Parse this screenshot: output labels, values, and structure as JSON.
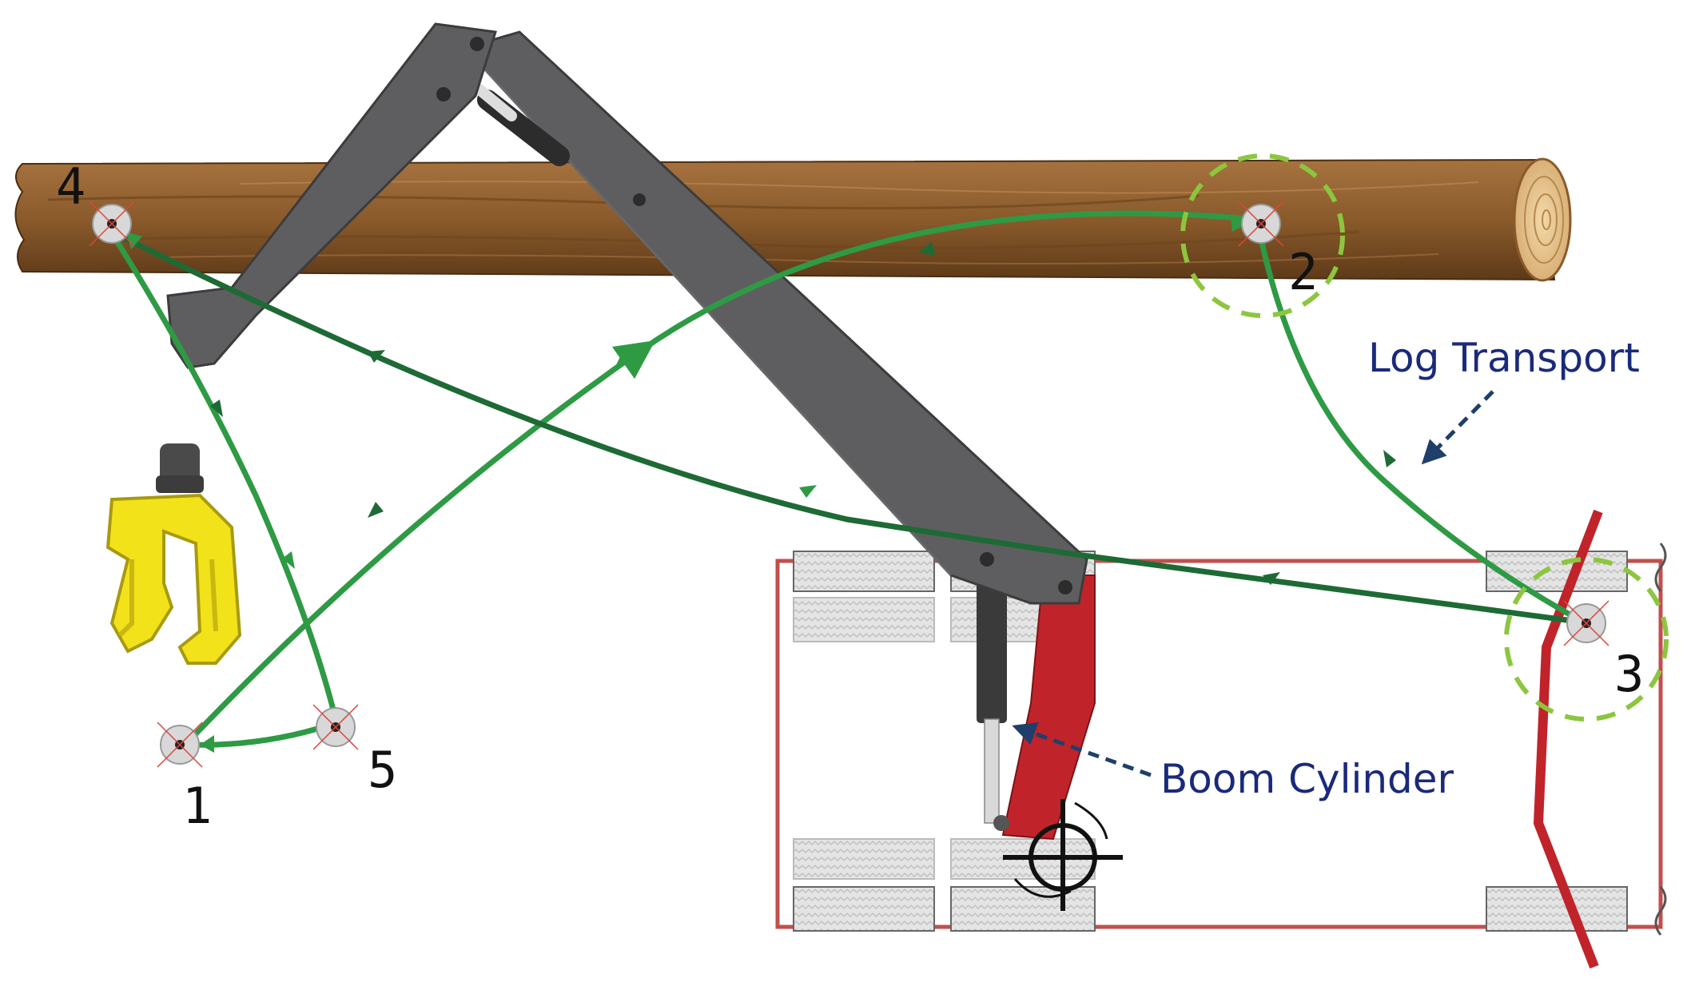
{
  "waypoints": [
    {
      "id": "wp1",
      "label": "1"
    },
    {
      "id": "wp2",
      "label": "2"
    },
    {
      "id": "wp3",
      "label": "3"
    },
    {
      "id": "wp4",
      "label": "4"
    },
    {
      "id": "wp5",
      "label": "5"
    }
  ],
  "callouts": {
    "log_transport": "Log Transport",
    "boom_cylinder": "Boom Cylinder"
  },
  "colors": {
    "path_light": "#33aa44",
    "path_dark": "#1e6a35",
    "log": "#8a5a2b",
    "crane": "#5e5e60",
    "pillar": "#c0242a",
    "grapple": "#f2e21a",
    "target_ring": "#8cc63f",
    "callout_text": "#1a2a7a",
    "trailer_frame": "#c0504d"
  }
}
